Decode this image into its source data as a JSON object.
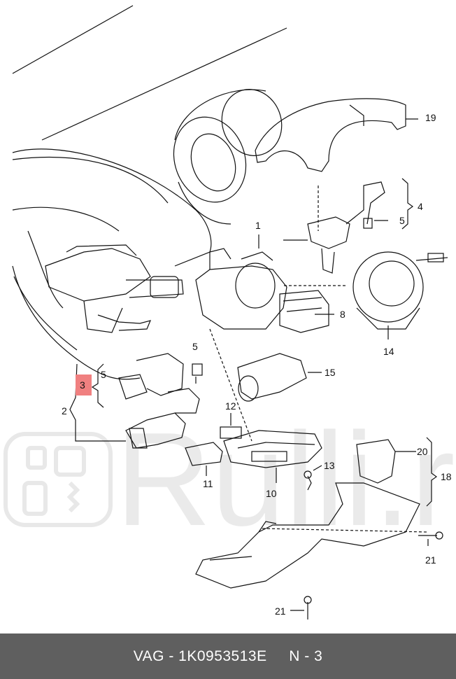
{
  "watermark": "Rulli.ru",
  "callouts": {
    "c1": "1",
    "c2": "2",
    "c3": "3",
    "c4": "4",
    "c5a": "5",
    "c5b": "5",
    "c5c": "5",
    "c8": "8",
    "c10": "10",
    "c11": "11",
    "c12": "12",
    "c13": "13",
    "c14": "14",
    "c15": "15",
    "c18": "18",
    "c19": "19",
    "c20": "20",
    "c21a": "21",
    "c21b": "21"
  },
  "highlight_color": "#f08080",
  "footer": {
    "caption": "VAG - 1K0953513E     N - 3"
  }
}
